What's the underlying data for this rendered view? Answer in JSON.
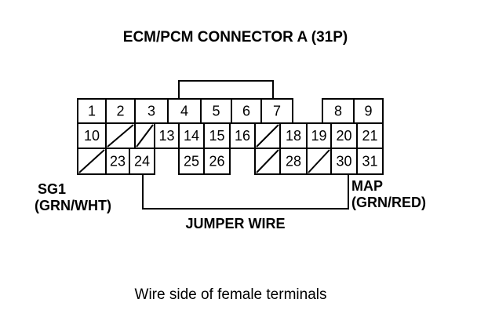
{
  "title": "ECM/PCM CONNECTOR A (31P)",
  "connector": {
    "row1": [
      {
        "pin": "1"
      },
      {
        "pin": "2"
      },
      {
        "pin": "3"
      },
      {
        "pin": "4"
      },
      {
        "pin": "5"
      },
      {
        "pin": "6"
      },
      {
        "pin": "7"
      },
      {
        "pin": "8"
      },
      {
        "pin": "9"
      }
    ],
    "row2": [
      {
        "pin": "10"
      },
      {
        "pin": ""
      },
      {
        "pin": ""
      },
      {
        "pin": "13"
      },
      {
        "pin": "14"
      },
      {
        "pin": "15"
      },
      {
        "pin": "16"
      },
      {
        "pin": ""
      },
      {
        "pin": "18"
      },
      {
        "pin": "19"
      },
      {
        "pin": "20"
      },
      {
        "pin": "21"
      }
    ],
    "row3": [
      {
        "pin": ""
      },
      {
        "pin": "23"
      },
      {
        "pin": "24"
      },
      {
        "pin": "25"
      },
      {
        "pin": "26"
      },
      {
        "pin": ""
      },
      {
        "pin": "28"
      },
      {
        "pin": ""
      },
      {
        "pin": "30"
      },
      {
        "pin": "31"
      }
    ]
  },
  "labels": {
    "left_name": "SG1",
    "left_color": "(GRN/WHT)",
    "right_name": "MAP",
    "right_color": "(GRN/RED)",
    "jumper": "JUMPER WIRE"
  },
  "caption": "Wire side of female terminals"
}
